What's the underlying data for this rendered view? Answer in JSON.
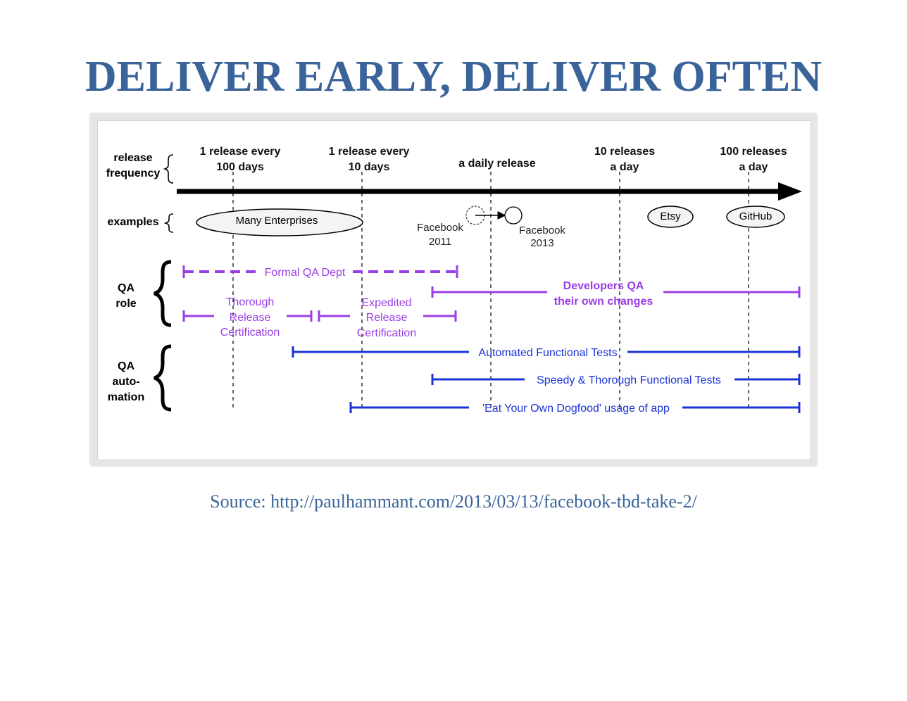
{
  "title": "DELIVER EARLY, DELIVER OFTEN",
  "source": "Source: http://paulhammant.com/2013/03/13/facebook-tbd-take-2/",
  "diagram": {
    "row_labels": {
      "release_frequency": [
        "release",
        "frequency"
      ],
      "examples": "examples",
      "qa_role": [
        "QA",
        "role"
      ],
      "qa_automation": [
        "QA",
        "auto-",
        "mation"
      ]
    },
    "frequency_labels": [
      [
        "1 release every",
        "100 days"
      ],
      [
        "1 release every",
        "10 days"
      ],
      [
        "a daily release"
      ],
      [
        "10 releases",
        "a day"
      ],
      [
        "100 releases",
        "a day"
      ]
    ],
    "examples": {
      "many_enterprises": "Many Enterprises",
      "facebook_2011": [
        "Facebook",
        "2011"
      ],
      "facebook_2013": [
        "Facebook",
        "2013"
      ],
      "etsy": "Etsy",
      "github": "GitHub"
    },
    "qa_role": {
      "formal_qa": "Formal QA Dept",
      "thorough": [
        "Thorough",
        "Release",
        "Certification"
      ],
      "expedited": [
        "Expedited",
        "Release",
        "Certification"
      ],
      "developers": [
        "Developers QA",
        "their own changes"
      ]
    },
    "qa_automation": {
      "automated": "Automated Functional Tests",
      "speedy": "Speedy & Thorough Functional Tests",
      "dogfood": "'Eat Your Own Dogfood' usage of app"
    },
    "colors": {
      "title": "#3a6499",
      "purple": "#9b3de6",
      "blue": "#1b33d6",
      "black": "#000000"
    }
  }
}
